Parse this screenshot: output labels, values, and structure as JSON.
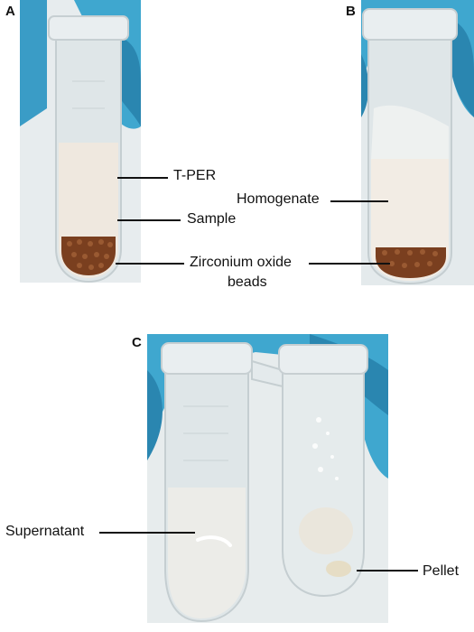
{
  "panels": {
    "a": {
      "letter": "A",
      "labels": {
        "tper": "T-PER",
        "sample": "Sample",
        "beads_line1": "Zirconium oxide",
        "beads_line2": "beads"
      }
    },
    "b": {
      "letter": "B",
      "labels": {
        "homogenate": "Homogenate"
      }
    },
    "c": {
      "letter": "C",
      "labels": {
        "supernatant": "Supernatant",
        "pellet": "Pellet"
      }
    }
  },
  "colors": {
    "glove": "#3fa7cf",
    "glove_dark": "#2a86b0",
    "tube_plastic": "#dfe6e8",
    "liquid_a": "#efe8df",
    "liquid_b": "#f2ece4",
    "beads": "#7a3f1f",
    "supernatant": "#ecece8",
    "pellet": "#e6ddc5"
  },
  "icons": [
    "glove-photo",
    "microcentrifuge-tube"
  ]
}
